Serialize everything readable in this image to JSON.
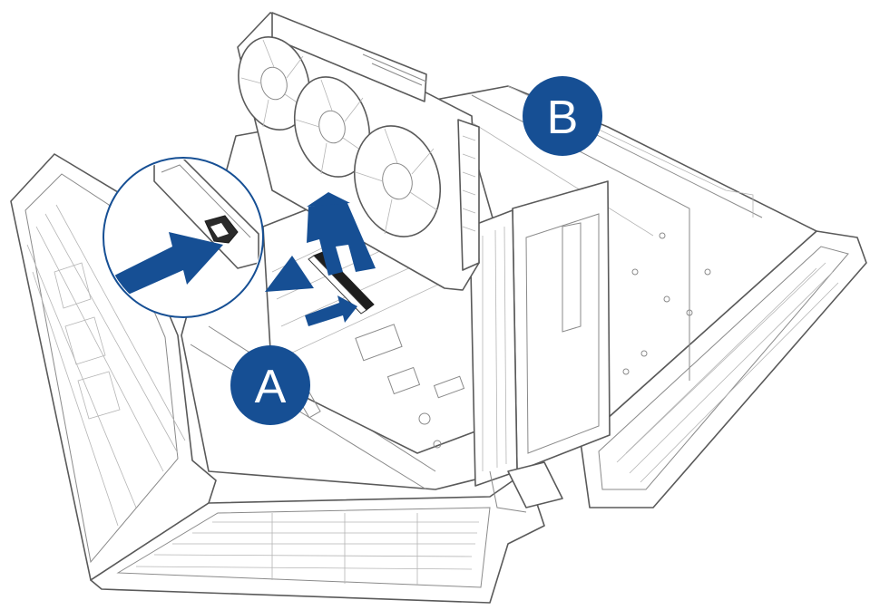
{
  "diagram": {
    "callouts": [
      {
        "id": "A",
        "label": "A"
      },
      {
        "id": "B",
        "label": "B"
      }
    ],
    "accent_color": "#164f94",
    "line_color": "#5a5a5a",
    "background_color": "#ffffff"
  }
}
